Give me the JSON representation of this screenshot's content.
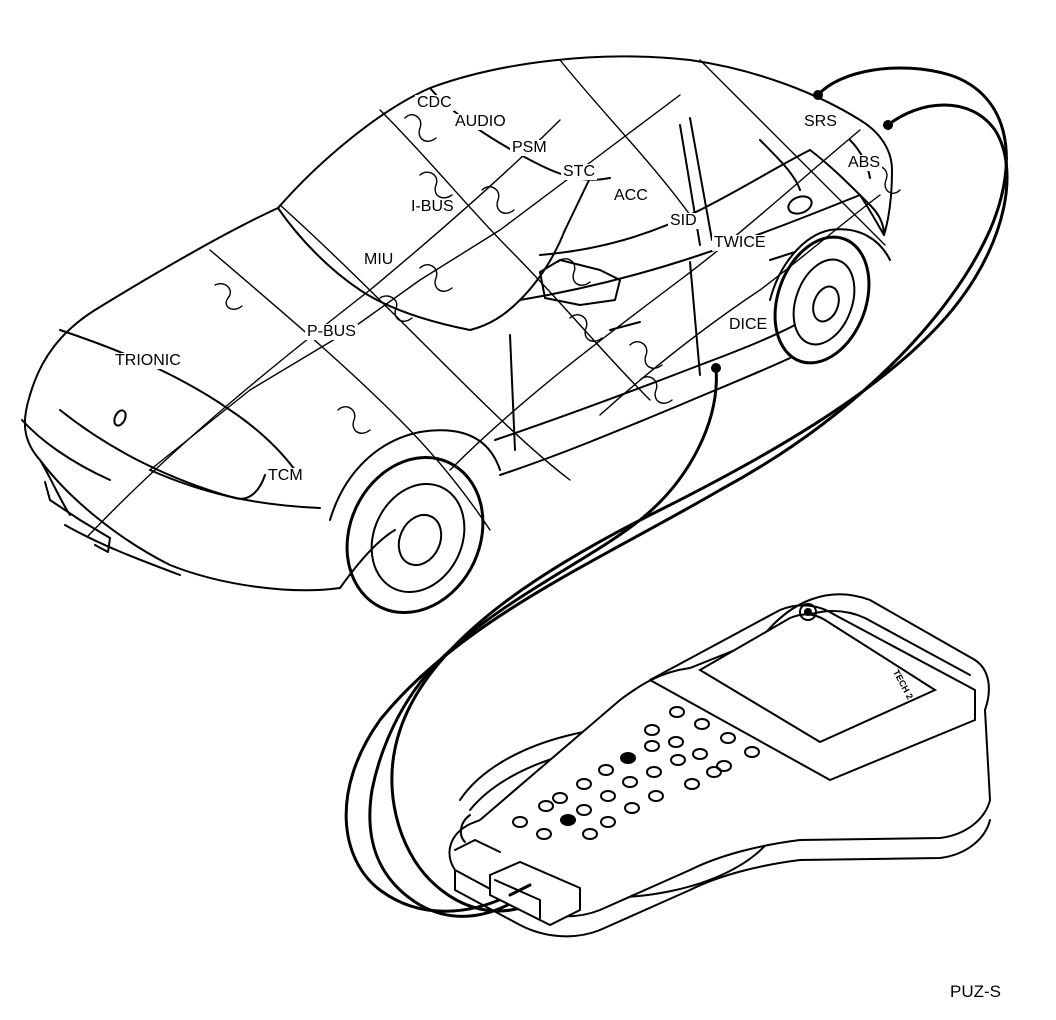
{
  "modules": {
    "cdc": "CDC",
    "audio": "AUDIO",
    "psm": "PSM",
    "stc": "STC",
    "srs": "SRS",
    "abs": "ABS",
    "i_bus": "I-BUS",
    "acc": "ACC",
    "sid": "SID",
    "twice": "TWICE",
    "miu": "MIU",
    "dice": "DICE",
    "p_bus": "P-BUS",
    "trionic": "TRIONIC",
    "tcm": "TCM"
  },
  "tester": {
    "brand": "TECH 2"
  },
  "figure_code": "PUZ-S"
}
